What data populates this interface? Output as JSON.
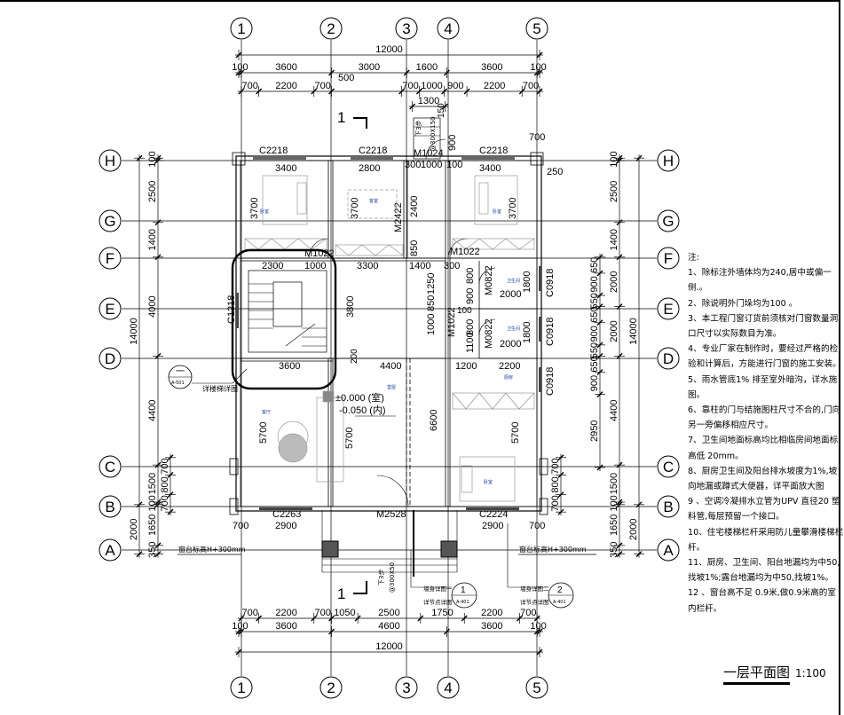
{
  "axes": {
    "columns": [
      "1",
      "2",
      "3",
      "4",
      "5"
    ],
    "rows": [
      "H",
      "G",
      "F",
      "E",
      "D",
      "C",
      "B",
      "A"
    ]
  },
  "dimensions": {
    "top1": [
      {
        "len": 12000,
        "label": "12000"
      }
    ],
    "top2": [
      {
        "len": 100,
        "label": "100"
      },
      {
        "len": 3600,
        "label": "3600"
      },
      {
        "len": 3000,
        "label": "3000"
      },
      {
        "len": 1600,
        "label": "1600"
      },
      {
        "len": 3600,
        "label": "3600"
      },
      {
        "len": 100,
        "label": "100"
      }
    ],
    "top3": [
      {
        "len": 700,
        "label": "700"
      },
      {
        "len": 2200,
        "label": "2200"
      },
      {
        "len": 700,
        "label": "700"
      },
      {
        "len": 2800,
        "label": ""
      },
      {
        "len": 700,
        "label": "700"
      },
      {
        "len": 1000,
        "label": "1000"
      },
      {
        "len": 900,
        "label": "900"
      },
      {
        "len": 2200,
        "label": "2200"
      },
      {
        "len": 700,
        "label": "700"
      }
    ],
    "top4": [
      {
        "len": 1300,
        "label": "1300"
      }
    ],
    "bot1": [
      {
        "len": 700,
        "label": "700"
      },
      {
        "len": 2200,
        "label": "2200"
      },
      {
        "len": 700,
        "label": "700"
      },
      {
        "len": 1050,
        "label": "1050"
      },
      {
        "len": 2500,
        "label": "2500"
      },
      {
        "len": 1750,
        "label": "1750"
      },
      {
        "len": 2200,
        "label": "2200"
      },
      {
        "len": 700,
        "label": "700"
      }
    ],
    "bot2": [
      {
        "len": 100,
        "label": "100"
      },
      {
        "len": 3600,
        "label": "3600"
      },
      {
        "len": 4600,
        "label": "4600"
      },
      {
        "len": 3600,
        "label": "3600"
      },
      {
        "len": 100,
        "label": "100"
      }
    ],
    "bot3": [
      {
        "len": 12000,
        "label": "12000"
      }
    ],
    "left1": [
      {
        "len": 14000,
        "label": "14000"
      },
      {
        "len": 2000,
        "label": "2000"
      }
    ],
    "left2": [
      {
        "len": 100,
        "label": "100"
      },
      {
        "len": 2500,
        "label": "2500"
      },
      {
        "len": 1400,
        "label": "1400"
      },
      {
        "len": 4000,
        "label": "4000"
      },
      {
        "len": 4400,
        "label": "4400"
      },
      {
        "len": 1500,
        "label": "1500"
      },
      {
        "len": 100,
        "label": "100"
      },
      {
        "len": 1650,
        "label": "1650"
      },
      {
        "len": 350,
        "label": "350"
      }
    ],
    "left3": [
      {
        "len": 700,
        "label": "700"
      },
      {
        "len": 800,
        "label": "800"
      },
      {
        "len": 700,
        "label": "700"
      }
    ],
    "right1": [
      {
        "len": 14000,
        "label": "14000"
      },
      {
        "len": 2000,
        "label": "2000"
      }
    ],
    "right2": [
      {
        "len": 100,
        "label": "100"
      },
      {
        "len": 2500,
        "label": "2500"
      },
      {
        "len": 1400,
        "label": "1400"
      },
      {
        "len": 2000,
        "label": "2000"
      },
      {
        "len": 2000,
        "label": "2000"
      },
      {
        "len": 4400,
        "label": "4400"
      },
      {
        "len": 1500,
        "label": "1500"
      },
      {
        "len": 100,
        "label": "100"
      },
      {
        "len": 1650,
        "label": "1650"
      },
      {
        "len": 350,
        "label": "350"
      }
    ],
    "right3": [
      {
        "len": 650,
        "label": "650"
      },
      {
        "len": 900,
        "label": "900"
      },
      {
        "len": 450,
        "label": "550"
      },
      {
        "len": 650,
        "label": "650"
      },
      {
        "len": 900,
        "label": "900"
      },
      {
        "len": 450,
        "label": "550"
      },
      {
        "len": 650,
        "label": "650"
      },
      {
        "len": 900,
        "label": "900"
      },
      {
        "len": 2950,
        "label": "2950"
      }
    ],
    "right4": [
      {
        "len": 700,
        "label": "700"
      },
      {
        "len": 800,
        "label": "800"
      },
      {
        "len": 700,
        "label": "700"
      }
    ]
  },
  "inner_dims": [
    "3400",
    "2800",
    "3400",
    "300",
    "1000",
    "100",
    "3700",
    "3700",
    "2400",
    "850",
    "3700",
    "2300",
    "1000",
    "3300",
    "1400",
    "3800",
    "1250",
    "850",
    "1000",
    "300",
    "800",
    "900",
    "800",
    "1100",
    "2000",
    "1800",
    "2000",
    "1800",
    "1200",
    "2200",
    "3600",
    "4400",
    "5700",
    "5700",
    "6600",
    "5700",
    "2900",
    "2900",
    "700",
    "700",
    "500",
    "900",
    "700",
    "250",
    "150",
    "100",
    "200"
  ],
  "openings": [
    "C2218",
    "C2218",
    "C2218",
    "M1024",
    "M2422",
    "M1022",
    "M1022",
    "M0822",
    "M0822",
    "M1022",
    "C0918",
    "C0918",
    "C0918",
    "C1218",
    "C2263",
    "M2528",
    "C2224"
  ],
  "rooms": [
    "卧室",
    "客室",
    "卧室",
    "卫生间",
    "卫生间",
    "厨房",
    "客厅",
    "堂屋",
    "卧室"
  ],
  "annotations": {
    "sill_left": "窗台标高H+300mm",
    "sill_right": "窗台标高H+300mm",
    "elev_floor": "±0.000 (室)",
    "elev_outside": "-0.050 (内)",
    "stair_ref_num": "一",
    "stair_ref_sheet": "A-501",
    "stair_ref_text": "详楼梯详图",
    "detail1_line1": "墙身详图一",
    "detail1_line2": "详节点详图",
    "detail1_num": "1",
    "detail1_sheet": "A-401",
    "detail2_line1": "墙身详图二",
    "detail2_line2": "详节点详图",
    "detail2_num": "2",
    "detail2_sheet": "A-401",
    "steps_top_a": "下3步",
    "steps_top_b": "@300X150",
    "steps_bot_a": "下3步",
    "steps_bot_b": "@300X50",
    "section_top": "1",
    "section_bot": "1"
  },
  "notes": {
    "heading": "注:",
    "items": [
      "1、除标注外墙体均为240,居中或偏一侧.。",
      "2、除说明外门垛均为100 。",
      "3、本工程门窗订货前须核对门窗数量洞口尺寸以实际数目为准。",
      "4、专业厂家在制作时，要经过严格的检验和计算后，方能进行门窗的施工安装。",
      "5、雨水管底1% 排至室外暗沟，详水施图。",
      "6、靠柱的门与结施图柱尺寸不合的,门向另一旁偏移相应尺寸。",
      "7、卫生间地面标高均比相临房间地面标高低 20mm。",
      "8、厨房卫生间及阳台排水坡度为1%,坡向地漏或蹲式大便器，详平面放大图",
      "9 、空调冷凝排水立管为UPV 直径20 塑料管,每层预留一个接口。",
      "10、住宅楼梯栏杆采用防儿童攀滑楼梯栏杆。",
      "11、厨房、卫生间、阳台地漏均为中50,找坡1%;露台地漏均为中50,找坡1%。",
      "12 、窗台高不足 0.9米,做0.9米高的室内栏杆。"
    ]
  },
  "title": {
    "name": "一层平面图",
    "scale": "1:100"
  }
}
